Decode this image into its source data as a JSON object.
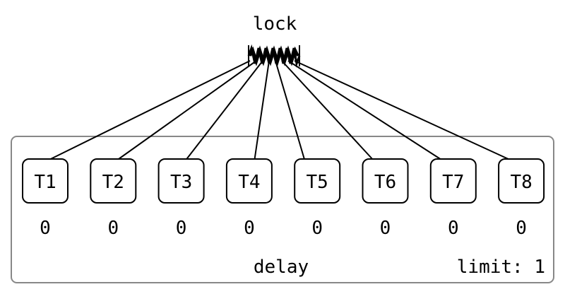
{
  "lock": {
    "label": "lock"
  },
  "group": {
    "delay_label": "delay",
    "limit_label": "limit: 1"
  },
  "threads": [
    {
      "label": "T1",
      "count": "0"
    },
    {
      "label": "T2",
      "count": "0"
    },
    {
      "label": "T3",
      "count": "0"
    },
    {
      "label": "T4",
      "count": "0"
    },
    {
      "label": "T5",
      "count": "0"
    },
    {
      "label": "T6",
      "count": "0"
    },
    {
      "label": "T7",
      "count": "0"
    },
    {
      "label": "T8",
      "count": "0"
    }
  ],
  "colors": {
    "stroke": "#000000",
    "container_border": "#888888",
    "background": "#ffffff"
  }
}
